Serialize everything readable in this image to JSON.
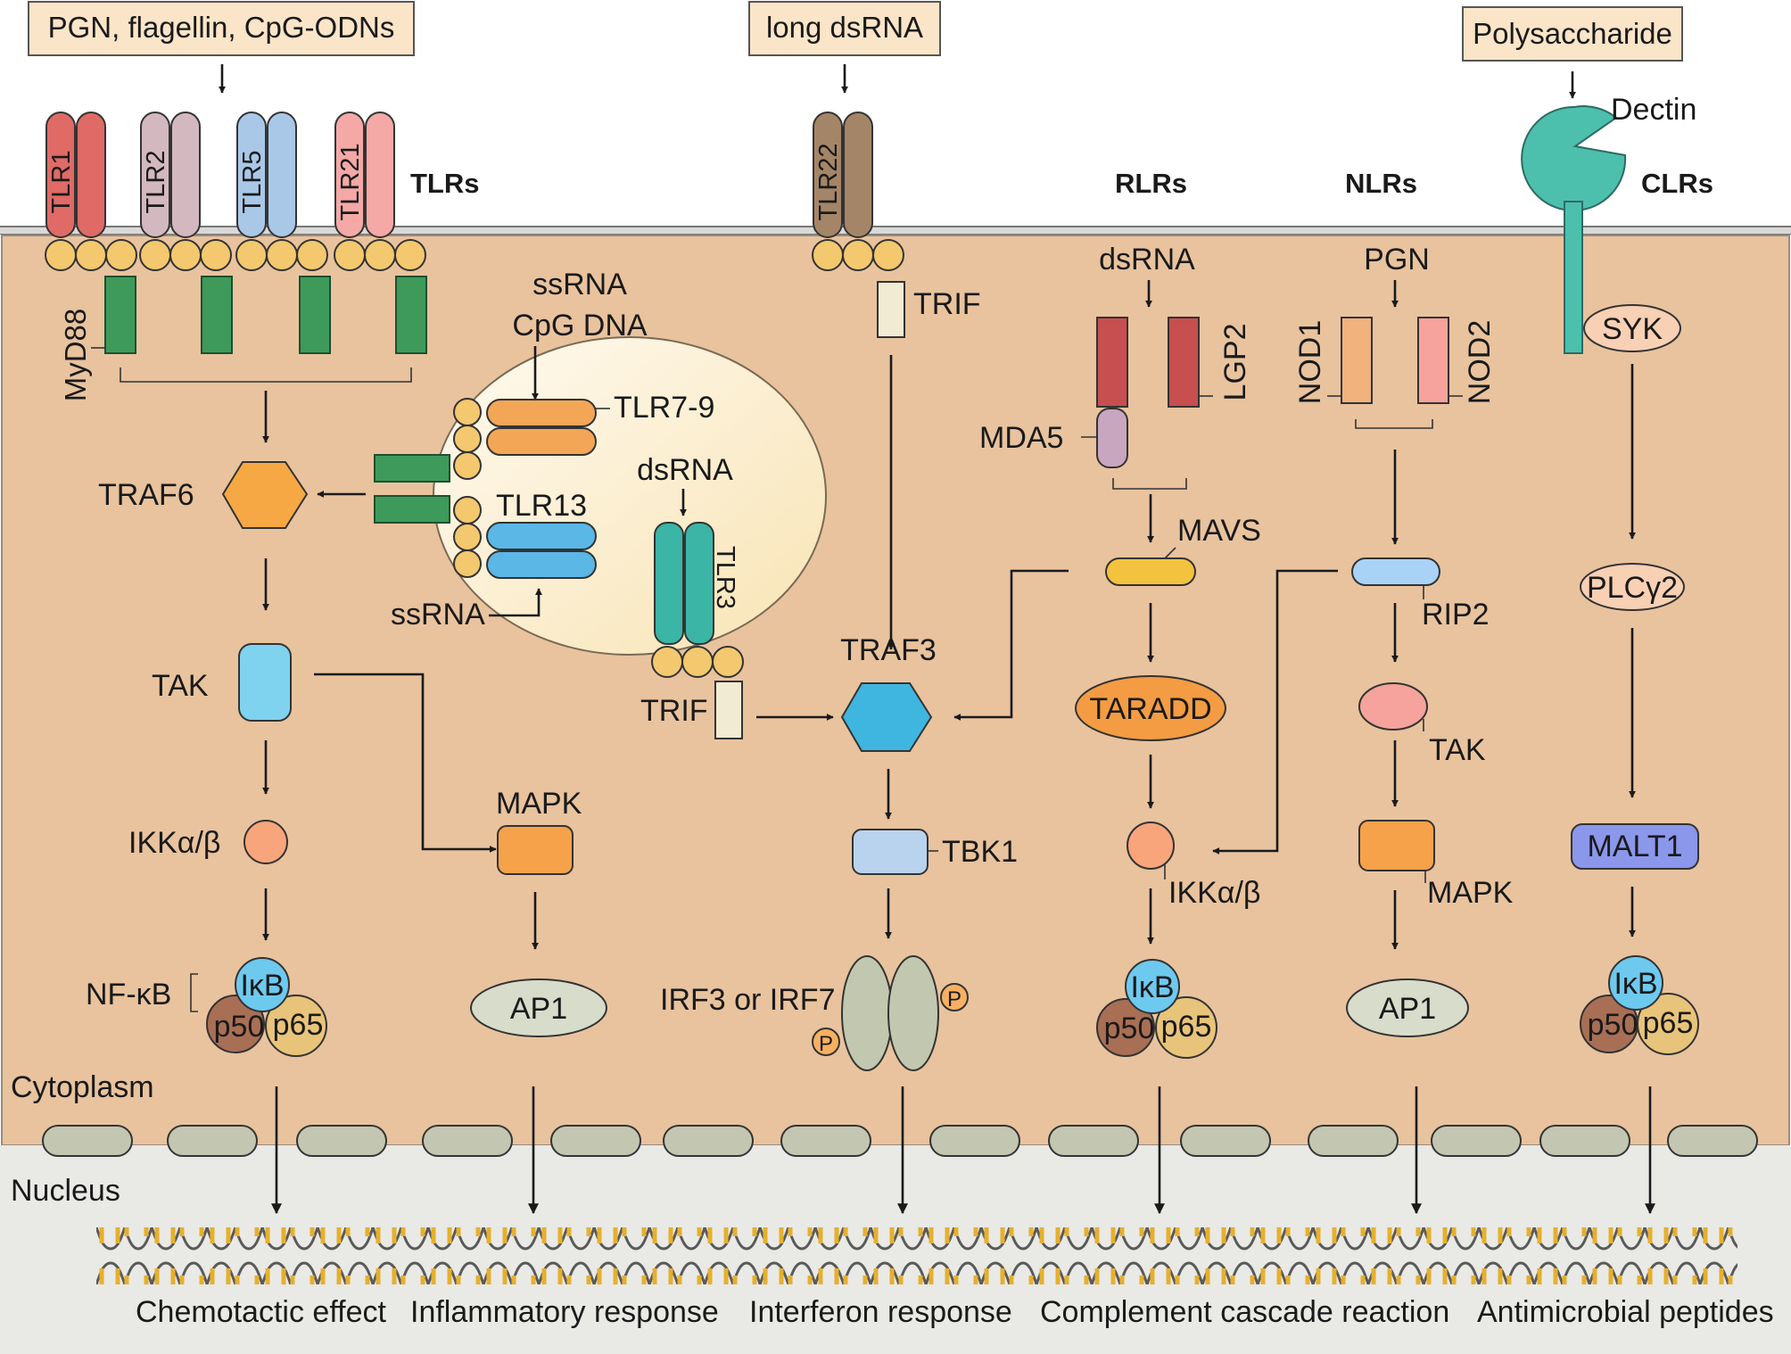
{
  "ligands": {
    "tlr": "PGN, flagellin, CpG-ODNs",
    "tlr22": "long dsRNA",
    "clr": "Polysaccharide"
  },
  "families": {
    "tlrs": "TLRs",
    "rlrs": "RLRs",
    "nlrs": "NLRs",
    "clrs": "CLRs"
  },
  "receptors": {
    "tlr1": "TLR1",
    "tlr2": "TLR2",
    "tlr5": "TLR5",
    "tlr21": "TLR21",
    "tlr22": "TLR22",
    "tlr3": "TLR3",
    "tlr79": "TLR7-9",
    "tlr13": "TLR13",
    "dectin": "Dectin"
  },
  "tlr_pathway": {
    "myd88": "MyD88",
    "traf6": "TRAF6",
    "tak": "TAK",
    "ikk": "IKKα/β",
    "nfkb": "NF-κB",
    "mapk": "MAPK",
    "ap1": "AP1",
    "endo_ligand1": "ssRNA",
    "endo_ligand2": "CpG DNA",
    "endo_ligand3": "ssRNA",
    "endo_dsrna": "dsRNA"
  },
  "nfkb_complex": {
    "ikb": "IκB",
    "p50": "p50",
    "p65": "p65"
  },
  "trif_pathway": {
    "trif1": "TRIF",
    "trif2": "TRIF",
    "traf3": "TRAF3",
    "tbk1": "TBK1",
    "irf": "IRF3 or IRF7",
    "phos": "P"
  },
  "rlr_pathway": {
    "ligand": "dsRNA",
    "lgp2": "LGP2",
    "mda5": "MDA5",
    "mavs": "MAVS",
    "taradd": "TARADD",
    "ikk": "IKKα/β"
  },
  "nlr_pathway": {
    "ligand": "PGN",
    "nod1": "NOD1",
    "nod2": "NOD2",
    "rip2": "RIP2",
    "tak": "TAK",
    "mapk": "MAPK",
    "ap1": "AP1"
  },
  "clr_pathway": {
    "syk": "SYK",
    "plc": "PLCγ2",
    "malt1": "MALT1"
  },
  "compartments": {
    "cytoplasm": "Cytoplasm",
    "nucleus": "Nucleus"
  },
  "responses": {
    "r1": "Chemotactic effect",
    "r2": "Inflammatory response",
    "r3": "Interferon response",
    "r4": "Complement cascade reaction",
    "r5": "Antimicrobial peptides"
  },
  "colors": {
    "cytoplasm": "#e8c39e",
    "nucleus": "#e9e9e6",
    "endosome": "#fdf0cf",
    "ligand_box": "#fbe5c8",
    "myd88": "#3e9a5b",
    "bead": "#f3c86e",
    "tlr1": "#e06a66",
    "tlr2": "#d4b8c0",
    "tlr5": "#a9c8e8",
    "tlr21": "#f4a9a7",
    "tlr22": "#a58567",
    "tlr3": "#3bb5a6",
    "dectin": "#4dbfad",
    "traf6": "#f6a844",
    "traf3": "#3fb6e0",
    "tak": "#7fd3ef",
    "ikk": "#f8a57c",
    "mapk": "#f5a24a",
    "ap1": "#d7dccb",
    "tbk1": "#b9d3ef",
    "mavs": "#f3c23f",
    "taradd": "#f39c43",
    "rip2": "#a9d3f6",
    "malt1": "#8b97ea",
    "ikb": "#6ec9ef",
    "p50": "#a86f55",
    "p65": "#e8c47a",
    "lgp2": "#c74f4f",
    "mda5": "#c9a6c0",
    "nod1": "#f1b27e",
    "nod2": "#f5a39c",
    "irf": "#c2c7b0",
    "phos": "#f5b062"
  }
}
